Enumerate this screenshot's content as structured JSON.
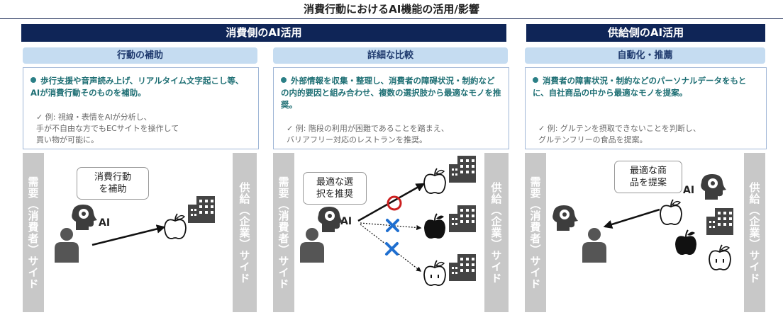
{
  "page_title": "消費行動におけるAI機能の活用/影響",
  "consumer_header": "消費側のAI活用",
  "supplier_header": "供給側のAI活用",
  "panels": [
    {
      "subtitle": "行動の補助",
      "bullet": "歩行支援や音声読み上げ、リアルタイム文字起こし等、AIが消費行動そのものを補助。",
      "example": "✓ 例: 視線・表情をAIが分析し、\n手が不自由な方でもECサイトを操作して\n買い物が可能に。",
      "bubble": "消費行動\nを補助",
      "ai": "AI",
      "left_side": "需要（消費者）サイド",
      "right_side": "供給（企業）サイド"
    },
    {
      "subtitle": "詳細な比較",
      "bullet": "外部情報を収集・整理し、消費者の障碍状況・制約などの内的要因と組み合わせ、複数の選択肢から最適なモノを推奨。",
      "example": "✓ 例: 階段の利用が困難であることを踏まえ、\nバリアフリー対応のレストランを推奨。",
      "bubble": "最適な選\n択を推奨",
      "ai": "AI",
      "left_side": "需要（消費者）サイド",
      "right_side": "供給（企業）サイド"
    },
    {
      "subtitle": "自動化・推薦",
      "bullet": "消費者の障害状況・制約などのパーソナルデータをもとに、自社商品の中から最適なモノを提案。",
      "example": "✓ 例: グルテンを摂取できないことを判断し、\nグルテンフリーの食品を提案。",
      "bubble": "最適な商\n品を提案",
      "ai": "AI",
      "left_side": "需要（消費者）サイド",
      "right_side": "供給（企業）サイド"
    }
  ],
  "icons": [
    "person-icon",
    "ai-head-icon",
    "apple-icon",
    "building-icon",
    "circle-mark-icon",
    "cross-mark-icon",
    "arrow-icon"
  ],
  "colors": {
    "navy": "#0f2557",
    "light_blue": "#c5dcf1",
    "teal": "#1e6f74",
    "gray_side": "#c8c8c8",
    "red_mark": "#cc1f1f",
    "blue_mark": "#1f6fd0"
  }
}
